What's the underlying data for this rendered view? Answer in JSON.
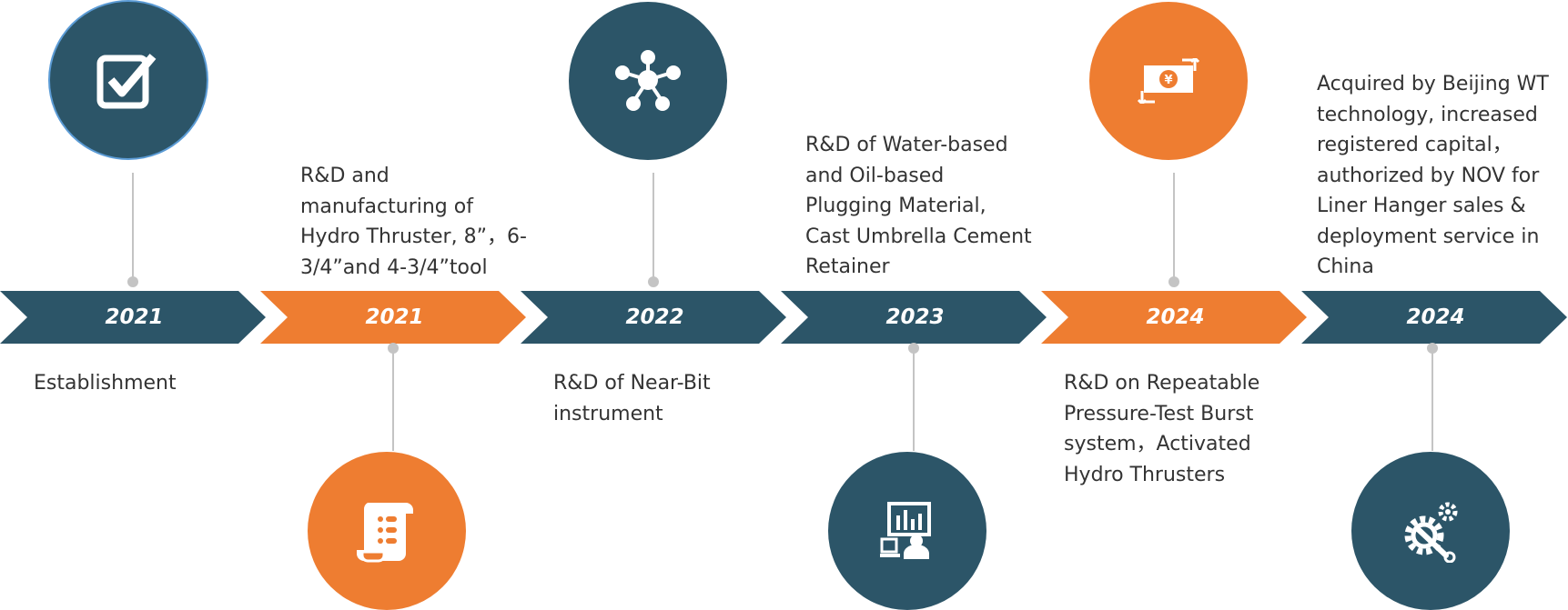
{
  "colors": {
    "dark": "#2c5568",
    "orange": "#ee7d31",
    "connector": "#c4c4c4",
    "text": "#333333"
  },
  "milestones": [
    {
      "year": "2021",
      "color": "dark",
      "icon": "checkbox-icon",
      "icon_position": "top",
      "description": "Establishment",
      "description_position": "bottom"
    },
    {
      "year": "2021",
      "color": "orange",
      "icon": "scroll-list-icon",
      "icon_position": "bottom",
      "description": "R&D and\nmanufacturing of\nHydro Thruster, 8”，6-\n3/4”and 4-3/4”tool",
      "description_position": "top"
    },
    {
      "year": "2022",
      "color": "dark",
      "icon": "network-hub-icon",
      "icon_position": "top",
      "description": "R&D of Near-Bit\ninstrument",
      "description_position": "bottom"
    },
    {
      "year": "2023",
      "color": "dark",
      "icon": "presentation-chart-icon",
      "icon_position": "bottom",
      "description": "R&D of Water-based\nand Oil-based\nPlugging Material,\nCast Umbrella Cement\nRetainer",
      "description_position": "top"
    },
    {
      "year": "2024",
      "color": "orange",
      "icon": "currency-exchange-icon",
      "icon_position": "top",
      "description": "R&D on Repeatable\nPressure-Test Burst\nsystem，Activated\nHydro Thrusters",
      "description_position": "bottom"
    },
    {
      "year": "2024",
      "color": "dark",
      "icon": "gear-wrench-icon",
      "icon_position": "bottom",
      "description": "Acquired by Beijing WT\ntechnology, increased\nregistered capital，\nauthorized by NOV for\nLiner Hanger sales &\ndeployment service in\nChina",
      "description_position": "top"
    }
  ]
}
